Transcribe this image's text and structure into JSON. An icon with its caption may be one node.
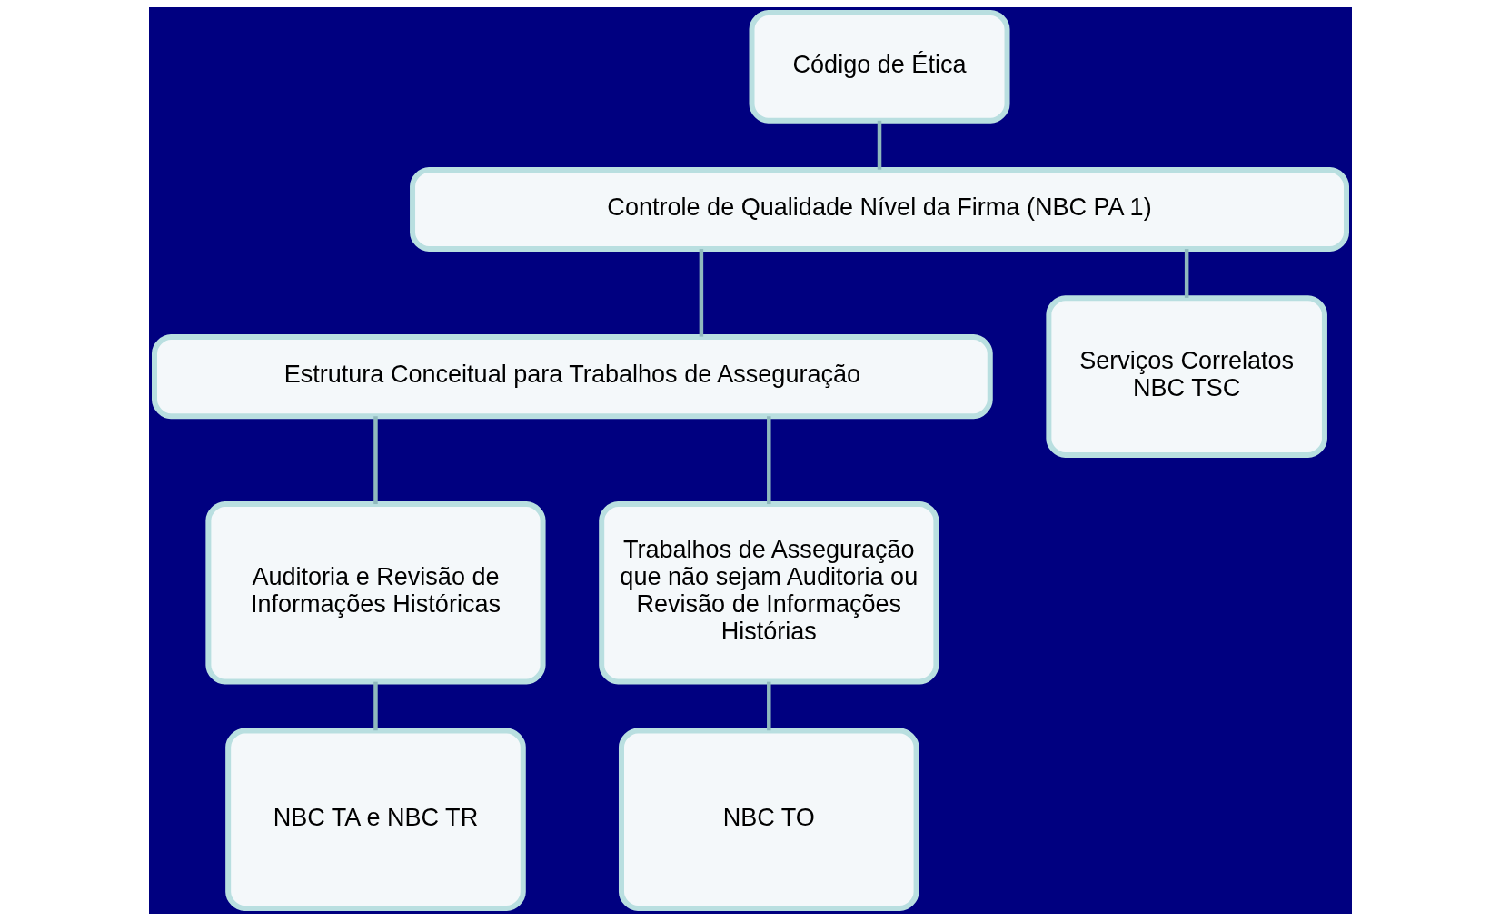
{
  "diagram": {
    "nodes": [
      {
        "text": [
          "Código de Ética"
        ]
      },
      {
        "text": [
          "Controle de Qualidade Nível da Firma (NBC PA 1)"
        ]
      },
      {
        "text": [
          "Estrutura Conceitual para Trabalhos de Asseguração"
        ]
      },
      {
        "text": [
          "Serviços Correlatos NBC TSC"
        ]
      },
      {
        "text": [
          "Auditoria e Revisão de Informações Históricas"
        ]
      },
      {
        "text": [
          "Trabalhos de Asseguração que não sejam Auditoria ou Revisão de Informações Histórias"
        ]
      },
      {
        "text": [
          "NBC TA e NBC TR"
        ]
      },
      {
        "text": [
          "NBC TO"
        ]
      }
    ],
    "edges": [
      {
        "from": 0,
        "to": 1,
        "arrow": "none"
      },
      {
        "from": 1,
        "to": 2,
        "arrow": "none"
      },
      {
        "from": 1,
        "to": 3,
        "arrow": "none"
      },
      {
        "from": 2,
        "to": 4,
        "arrow": "none"
      },
      {
        "from": 2,
        "to": 5,
        "arrow": "none"
      },
      {
        "from": 4,
        "to": 6,
        "arrow": "none"
      },
      {
        "from": 5,
        "to": 7,
        "arrow": "none"
      }
    ]
  }
}
